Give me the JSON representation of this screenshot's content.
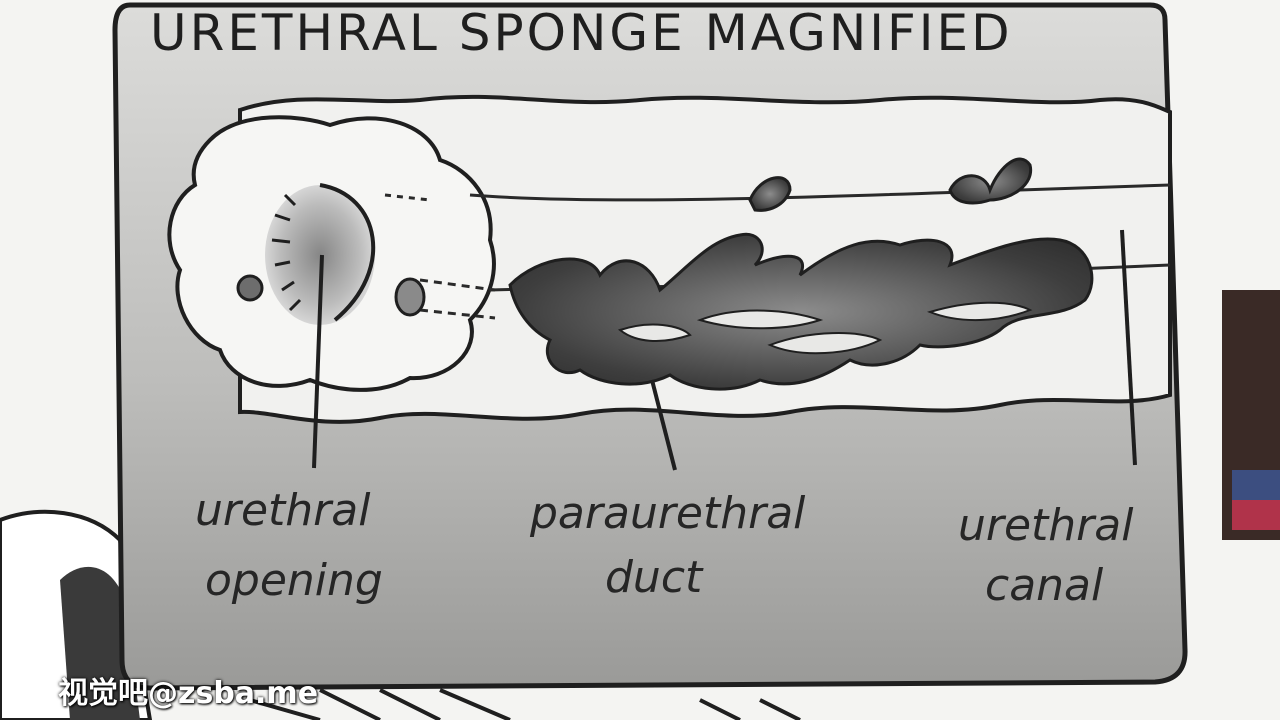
{
  "card": {
    "title": "URETHRAL SPONGE MAGNIFIED"
  },
  "labels": {
    "urethral_opening_line1": "urethral",
    "urethral_opening_line2": "opening",
    "paraurethral_duct_line1": "paraurethral",
    "paraurethral_duct_line2": "duct",
    "urethral_canal_line1": "urethral",
    "urethral_canal_line2": "canal"
  },
  "watermark": {
    "text": "视觉吧@zsba.me"
  },
  "colors": {
    "outline": "#1f1f1f",
    "card_bg": "#d9d9d7",
    "tissue": "#f2f2f0",
    "duct_fill": "#4a4a4a"
  }
}
